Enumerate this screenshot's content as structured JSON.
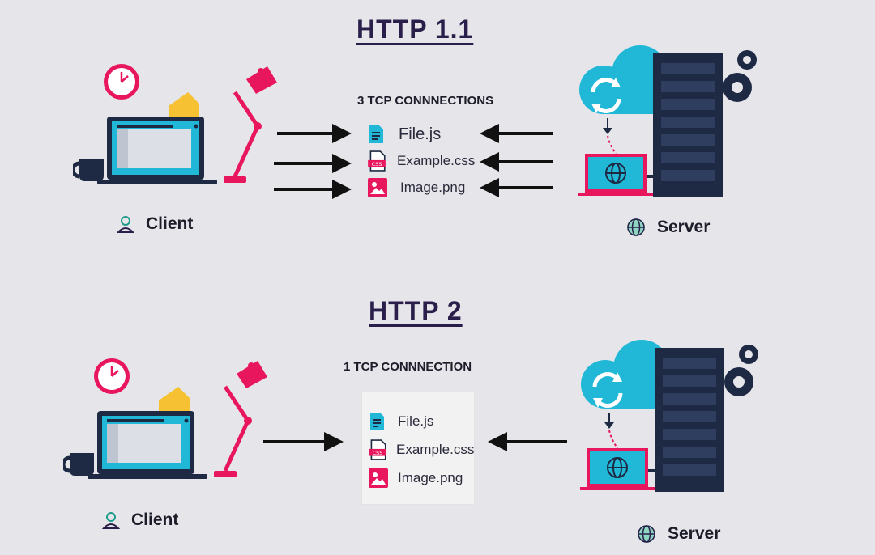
{
  "http11": {
    "title": "HTTP 1.1",
    "connection_label": "3 TCP CONNNECTIONS",
    "client_label": "Client",
    "server_label": "Server",
    "files": [
      {
        "name": "File.js",
        "icon": "js-file-icon"
      },
      {
        "name": "Example.css",
        "icon": "css-file-icon"
      },
      {
        "name": "Image.png",
        "icon": "image-file-icon"
      }
    ]
  },
  "http2": {
    "title": "HTTP 2",
    "connection_label": "1 TCP CONNNECTION",
    "client_label": "Client",
    "server_label": "Server",
    "files": [
      {
        "name": "File.js",
        "icon": "js-file-icon"
      },
      {
        "name": "Example.css",
        "icon": "css-file-icon"
      },
      {
        "name": "Image.png",
        "icon": "image-file-icon"
      }
    ]
  },
  "colors": {
    "background": "#e6e5ea",
    "accent_pink": "#e8175d",
    "cloud_cyan": "#21b8d8",
    "server_navy": "#1e2a44",
    "lamp_yellow": "#f6c234",
    "title_purple": "#2a1f4a"
  }
}
